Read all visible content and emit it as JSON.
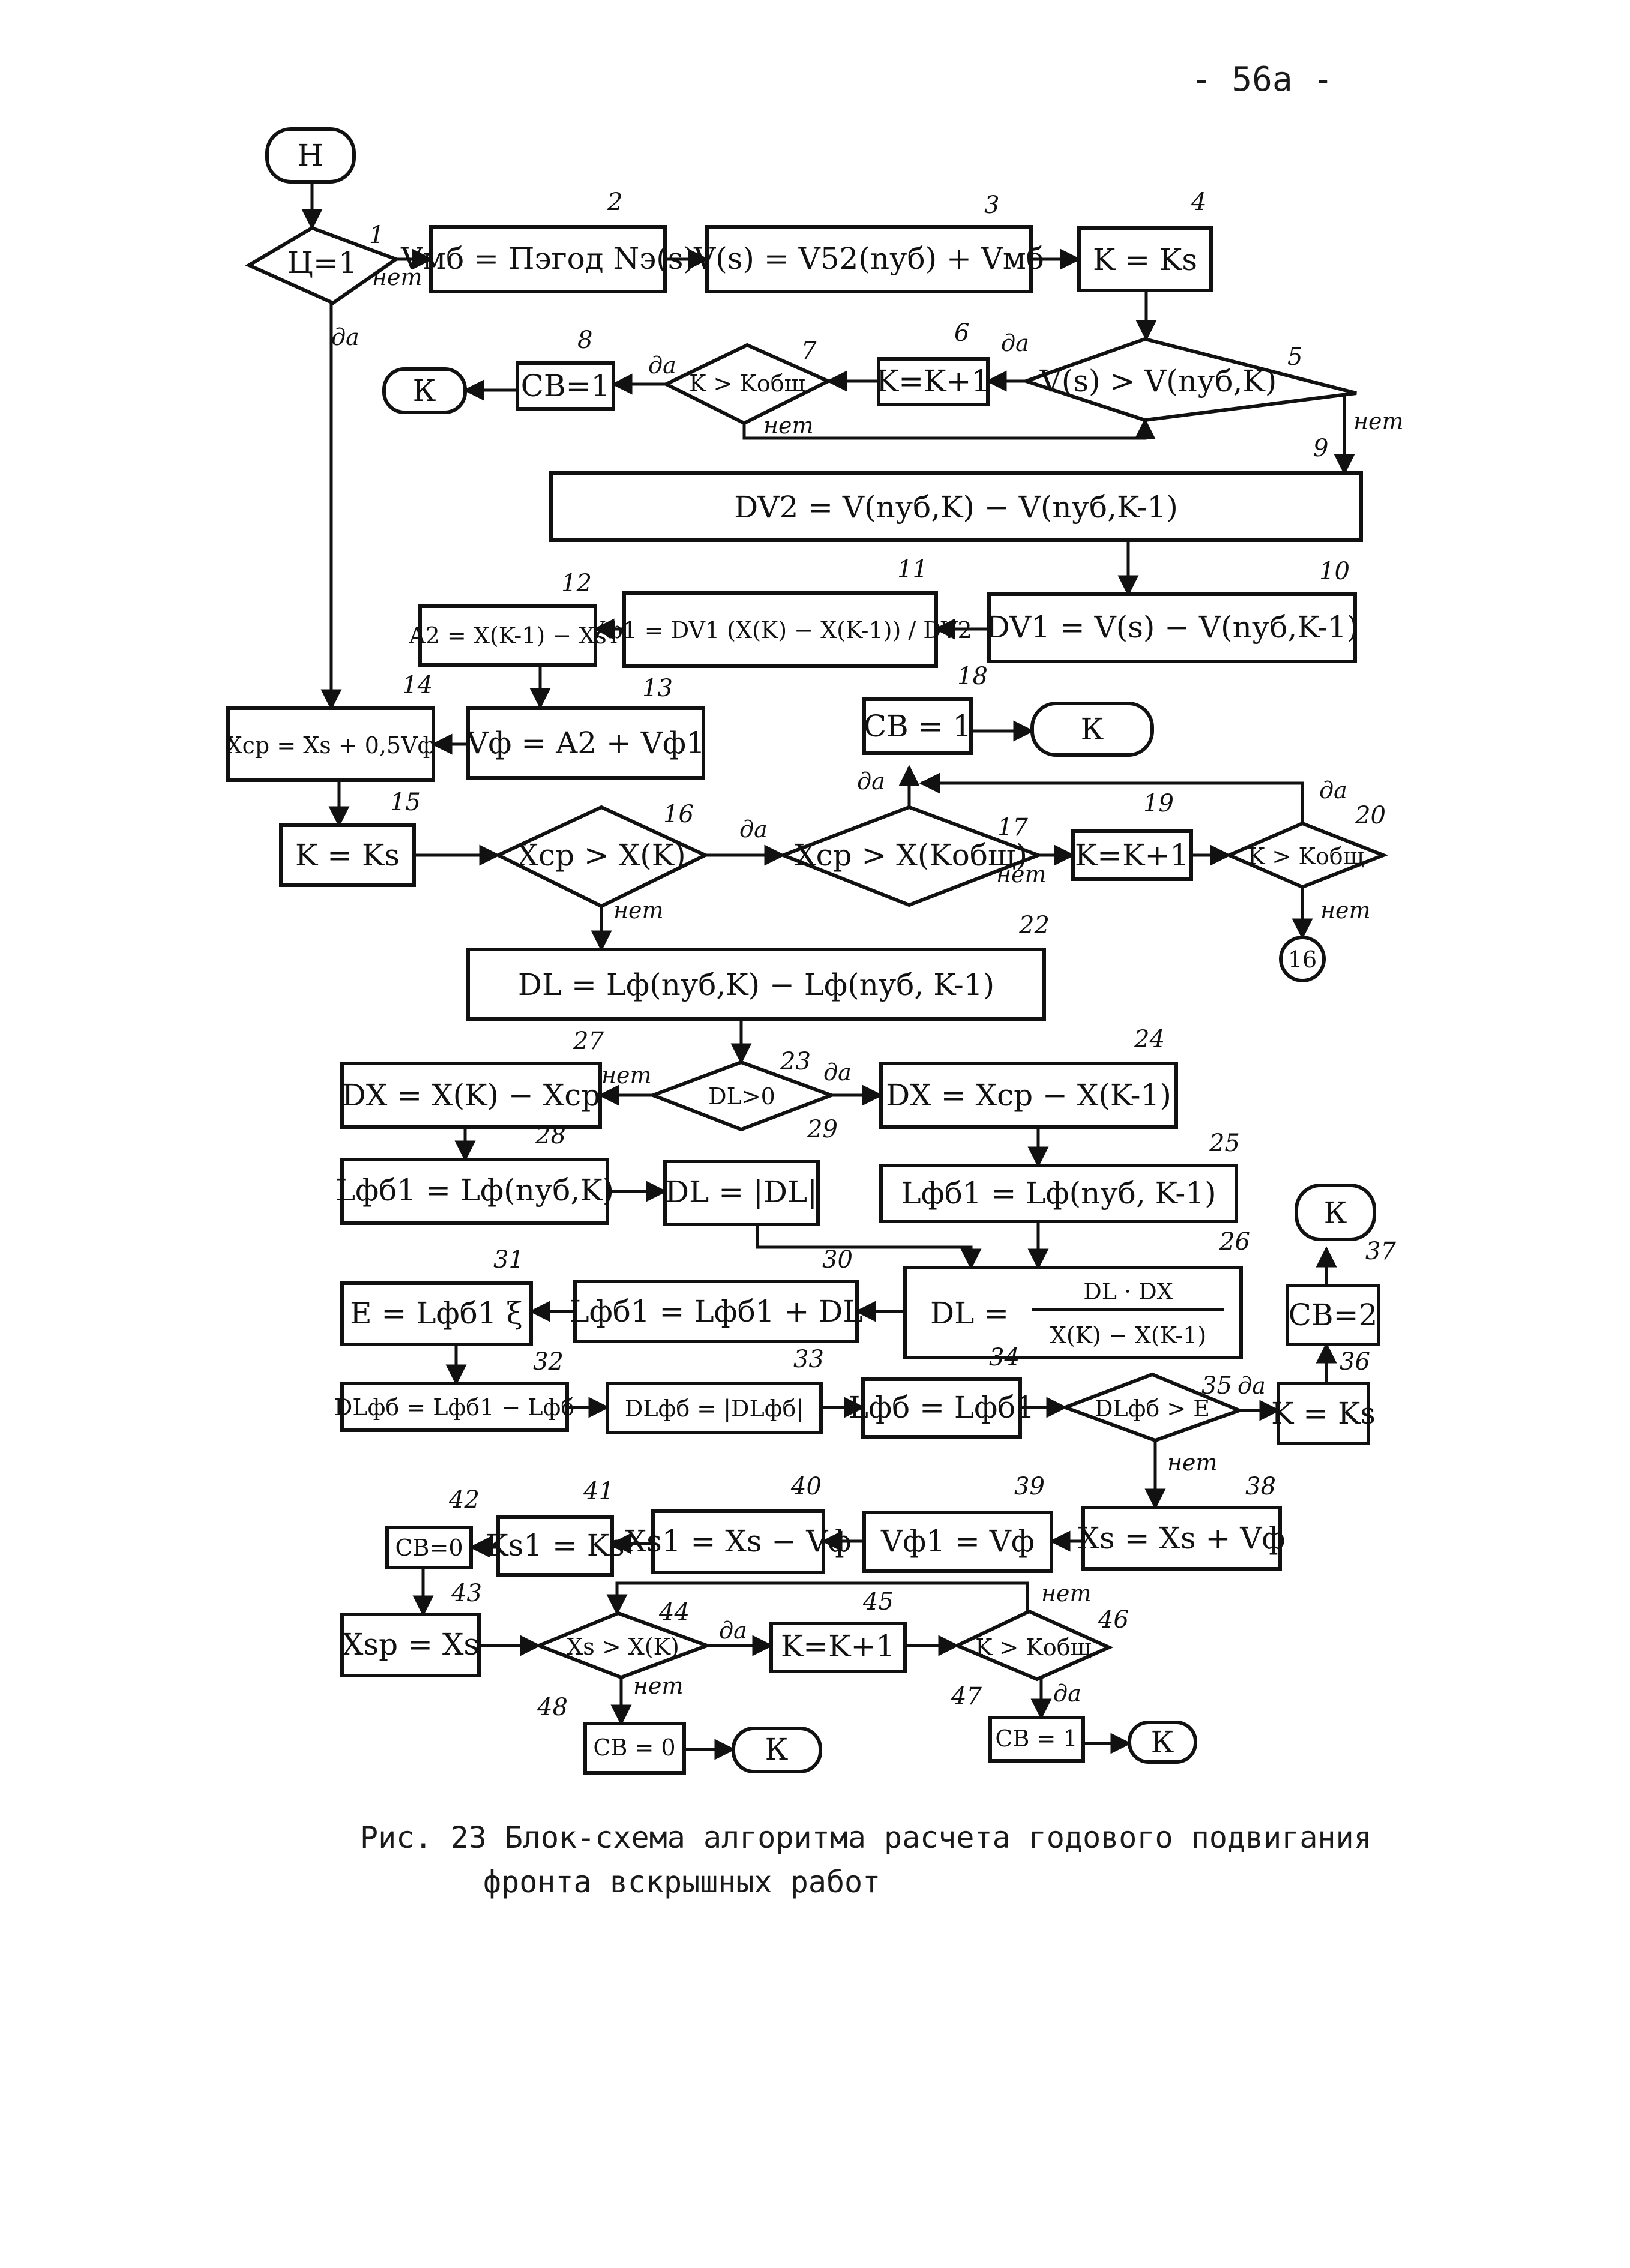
{
  "page_number": "- 56a -",
  "caption": {
    "line1": "Рис. 23 Блок-схема алгоритма расчета годового подвигания",
    "line2": "фронта вскрышных работ"
  },
  "answers": {
    "yes": "да",
    "no": "нет"
  },
  "nodes": {
    "start": {
      "label": "Н"
    },
    "block1": {
      "num": "1",
      "label": "Ц=1"
    },
    "block2": {
      "num": "2",
      "label": "Vмб = Пэгод Nэ(s)"
    },
    "block3": {
      "num": "3",
      "label": "V(s) = V52(nуб) + Vмб"
    },
    "block4": {
      "num": "4",
      "label": "K = Ks"
    },
    "block5": {
      "num": "5",
      "label": "V(s) > V(nуб,K)"
    },
    "block6": {
      "num": "6",
      "label": "K=K+1"
    },
    "block7": {
      "num": "7",
      "label": "K > Kобщ"
    },
    "block8": {
      "num": "8",
      "label": "СВ=1"
    },
    "end8": {
      "label": "К"
    },
    "block9": {
      "num": "9",
      "label": "DV2 = V(nуб,K) − V(nуб,K-1)"
    },
    "block10": {
      "num": "10",
      "label": "DV1 = V(s) − V(nуб,K-1)"
    },
    "block11": {
      "num": "11",
      "label": "Vф1 = DV1 (X(K) − X(K-1)) / DV2"
    },
    "block12": {
      "num": "12",
      "label": "A2 = X(K-1) − Xs"
    },
    "block13": {
      "num": "13",
      "label": "Vф = A2 + Vф1"
    },
    "block14": {
      "num": "14",
      "label": "Xср = Xs + 0,5Vф"
    },
    "block15": {
      "num": "15",
      "label": "K = Ks"
    },
    "block16": {
      "num": "16",
      "label": "Xср > X(K)"
    },
    "block17": {
      "num": "17",
      "label": "Xср > X(Kобщ)"
    },
    "block18": {
      "num": "18",
      "label": "СВ = 1"
    },
    "end18": {
      "label": "К"
    },
    "block19": {
      "num": "19",
      "label": "K=K+1"
    },
    "block20": {
      "num": "20",
      "label": "K > Kобщ"
    },
    "connector16": {
      "label": "16"
    },
    "block22": {
      "num": "22",
      "label": "DL = Lф(nуб,K) − Lф(nуб, K-1)"
    },
    "block23": {
      "num": "23",
      "label": "DL>0"
    },
    "block24": {
      "num": "24",
      "label": "DX = Xср − X(K-1)"
    },
    "block25": {
      "num": "25",
      "label": "Lфб1 = Lф(nуб, K-1)"
    },
    "block26": {
      "num": "26",
      "label_top": "DL · DX",
      "label_bot": "X(K) − X(K-1)",
      "lhs": "DL ="
    },
    "block27": {
      "num": "27",
      "label": "DX = X(K) − Xср"
    },
    "block28": {
      "num": "28",
      "label": "Lфб1 = Lф(nуб,K)"
    },
    "block29": {
      "num": "29",
      "label": "DL = |DL|"
    },
    "block30": {
      "num": "30",
      "label": "Lфб1 = Lфб1 + DL"
    },
    "block31": {
      "num": "31",
      "label": "E = Lфб1 ξ"
    },
    "block32": {
      "num": "32",
      "label": "DLфб = Lфб1 − Lфб"
    },
    "block33": {
      "num": "33",
      "label": "DLфб = |DLфб|"
    },
    "block34": {
      "num": "34",
      "label": "Lфб = Lфб1"
    },
    "block35": {
      "num": "35",
      "label": "DLфб > E"
    },
    "block36": {
      "num": "36",
      "label": "K = Ks"
    },
    "block37": {
      "num": "37",
      "label": "СВ=2"
    },
    "end37": {
      "label": "К"
    },
    "block38": {
      "num": "38",
      "label": "Xs = Xs + Vф"
    },
    "block39": {
      "num": "39",
      "label": "Vф1 = Vф"
    },
    "block40": {
      "num": "40",
      "label": "Xs1 = Xs − Vф"
    },
    "block41": {
      "num": "41",
      "label": "Ks1 = Ks"
    },
    "block42": {
      "num": "42",
      "label": "СВ=0"
    },
    "block43": {
      "num": "43",
      "label": "Xsp = Xs"
    },
    "block44": {
      "num": "44",
      "label": "Xs > X(K)"
    },
    "block45": {
      "num": "45",
      "label": "K=K+1"
    },
    "block46": {
      "num": "46",
      "label": "K > Kобщ"
    },
    "block47": {
      "num": "47",
      "label": "СВ = 1"
    },
    "end47": {
      "label": "К"
    },
    "block48": {
      "num": "48",
      "label": "СВ = 0"
    },
    "end48": {
      "label": "К"
    }
  }
}
